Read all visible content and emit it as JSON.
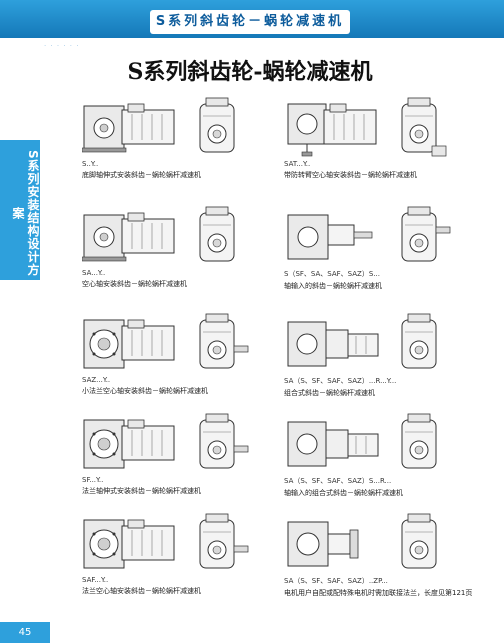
{
  "header": {
    "band_title": "S系列斜齿轮－蜗轮减速机"
  },
  "main": {
    "title": "S系列斜齿轮-蜗轮减速机"
  },
  "sidebar": {
    "tab_text": "S系列安装结构设计方案"
  },
  "items": [
    {
      "code": "S..Y..",
      "desc": "底脚轴伸式安装斜齿－蜗轮蜗杆减速机"
    },
    {
      "code": "SAT...Y..",
      "desc": "带防转臂空心轴安装斜齿－蜗轮蜗杆减速机"
    },
    {
      "code": "SA...Y..",
      "desc": "空心轴安装斜齿－蜗轮蜗杆减速机"
    },
    {
      "code": "S（SF、SA、SAF、SAZ）S...",
      "desc": "轴输入的斜齿－蜗轮蜗杆减速机"
    },
    {
      "code": "SAZ...Y..",
      "desc": "小法兰空心轴安装斜齿－蜗轮蜗杆减速机"
    },
    {
      "code": "SA（S、SF、SAF、SAZ）...R...Y...",
      "desc": "组合式斜齿－蜗轮蜗杆减速机"
    },
    {
      "code": "SF...Y..",
      "desc": "法兰轴伸式安装斜齿－蜗轮蜗杆减速机"
    },
    {
      "code": "SA（S、SF、SAF、SAZ）S...R...",
      "desc": "轴输入的组合式斜齿－蜗轮蜗杆减速机"
    },
    {
      "code": "SAF...Y..",
      "desc": "法兰空心轴安装斜齿－蜗轮蜗杆减速机"
    },
    {
      "code": "SA（S、SF、SAF、SAZ）..ZP...",
      "desc": "电机用户自配或配特殊电机时需加联接法兰，长度见第121页"
    }
  ],
  "footer": {
    "page_number": "45"
  },
  "colors": {
    "accent": "#2ea0dc",
    "accent_dark": "#1578b8"
  }
}
